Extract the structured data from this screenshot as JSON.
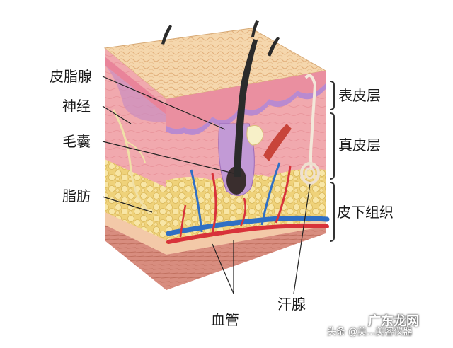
{
  "labels": {
    "sebaceous_gland": "皮脂腺",
    "nerve": "神经",
    "hair_follicle": "毛囊",
    "fat": "脂肪",
    "epidermis": "表皮层",
    "dermis": "真皮层",
    "subcutaneous": "皮下组织",
    "blood_vessel": "血管",
    "sweat_gland": "汗腺"
  },
  "watermark": {
    "source": "头条",
    "brand": "广东龙网",
    "partial_text": "@美...美容仪器"
  },
  "colors": {
    "epidermis_top": "#f3d2a6",
    "dermis": "#ef9fa6",
    "fat": "#f4dc8c",
    "muscle": "#d98a7c",
    "artery": "#d8323a",
    "vein": "#2f6fc4",
    "hair": "#2b2b2b",
    "bracket": "#333333"
  }
}
